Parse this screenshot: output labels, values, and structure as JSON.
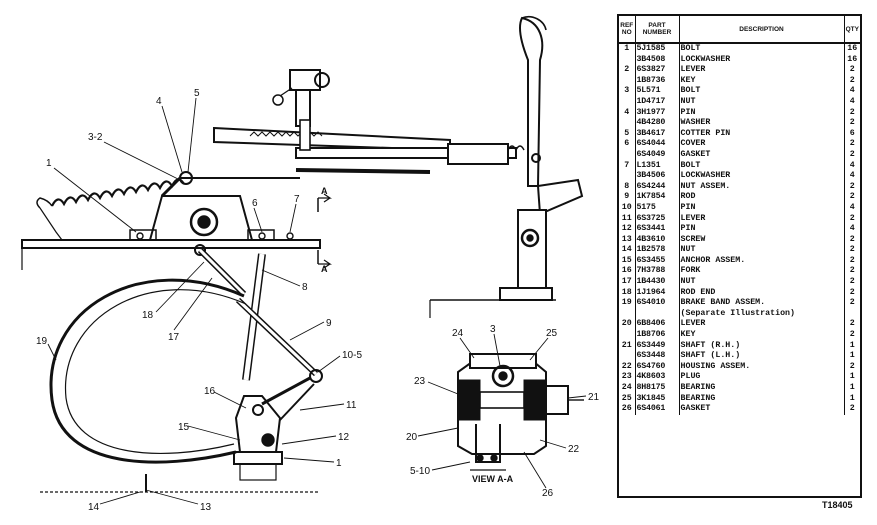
{
  "callouts": {
    "c1": "1",
    "c3_2": "3-2",
    "c4": "4",
    "c5": "5",
    "c6": "6",
    "c7": "7",
    "c8": "8",
    "c9": "9",
    "c10_5": "10-5",
    "c11": "11",
    "c12": "12",
    "c1b": "1",
    "c13": "13",
    "c14": "14",
    "c15": "15",
    "c16": "16",
    "c17": "17",
    "c18": "18",
    "c19": "19",
    "cA1": "A",
    "cA2": "A",
    "v24": "24",
    "v3": "3",
    "v25": "25",
    "v23": "23",
    "v21": "21",
    "v20": "20",
    "v22": "22",
    "v5_10": "5-10",
    "v26": "26"
  },
  "view_label": "VIEW A-A",
  "drawing_code": "T18405",
  "parts_table": {
    "headers": {
      "ref": "REF NO",
      "part": "PART NUMBER",
      "desc": "DESCRIPTION",
      "qty": "QTY"
    },
    "rows": [
      {
        "ref": "1",
        "part": "5J1585",
        "desc": "BOLT",
        "qty": "16"
      },
      {
        "ref": "",
        "part": "3B4508",
        "desc": "LOCKWASHER",
        "qty": "16"
      },
      {
        "ref": "2",
        "part": "6S3827",
        "desc": "LEVER",
        "qty": "2"
      },
      {
        "ref": "",
        "part": "1B8736",
        "desc": "KEY",
        "qty": "2"
      },
      {
        "ref": "3",
        "part": "5L571",
        "desc": "BOLT",
        "qty": "4"
      },
      {
        "ref": "",
        "part": "1D4717",
        "desc": "NUT",
        "qty": "4"
      },
      {
        "ref": "4",
        "part": "3H1977",
        "desc": "PIN",
        "qty": "2"
      },
      {
        "ref": "",
        "part": "4B4280",
        "desc": "WASHER",
        "qty": "2"
      },
      {
        "ref": "5",
        "part": "3B4617",
        "desc": "COTTER PIN",
        "qty": "6"
      },
      {
        "ref": "6",
        "part": "6S4044",
        "desc": "COVER",
        "qty": "2"
      },
      {
        "ref": "",
        "part": "6S4049",
        "desc": "GASKET",
        "qty": "2"
      },
      {
        "ref": "7",
        "part": "L1351",
        "desc": "BOLT",
        "qty": "4"
      },
      {
        "ref": "",
        "part": "3B4506",
        "desc": "LOCKWASHER",
        "qty": "4"
      },
      {
        "ref": "8",
        "part": "6S4244",
        "desc": "NUT ASSEM.",
        "qty": "2"
      },
      {
        "ref": "9",
        "part": "1K7854",
        "desc": "ROD",
        "qty": "2"
      },
      {
        "ref": "10",
        "part": "5175",
        "desc": "PIN",
        "qty": "4"
      },
      {
        "ref": "11",
        "part": "6S3725",
        "desc": "LEVER",
        "qty": "2"
      },
      {
        "ref": "12",
        "part": "6S3441",
        "desc": "PIN",
        "qty": "4"
      },
      {
        "ref": "13",
        "part": "4B3610",
        "desc": "SCREW",
        "qty": "2"
      },
      {
        "ref": "14",
        "part": "1B2578",
        "desc": "NUT",
        "qty": "2"
      },
      {
        "ref": "15",
        "part": "6S3455",
        "desc": "ANCHOR ASSEM.",
        "qty": "2"
      },
      {
        "ref": "16",
        "part": "7H3788",
        "desc": "FORK",
        "qty": "2"
      },
      {
        "ref": "17",
        "part": "1B4430",
        "desc": "NUT",
        "qty": "2"
      },
      {
        "ref": "18",
        "part": "1J1964",
        "desc": "ROD END",
        "qty": "2"
      },
      {
        "ref": "19",
        "part": "6S4010",
        "desc": "BRAKE BAND ASSEM.",
        "qty": "2"
      },
      {
        "ref": "",
        "part": "",
        "desc": "(Separate Illustration)",
        "qty": ""
      },
      {
        "ref": "20",
        "part": "6B8406",
        "desc": "LEVER",
        "qty": "2"
      },
      {
        "ref": "",
        "part": "1B8706",
        "desc": "KEY",
        "qty": "2"
      },
      {
        "ref": "21",
        "part": "6S3449",
        "desc": "SHAFT (R.H.)",
        "qty": "1"
      },
      {
        "ref": "",
        "part": "6S3448",
        "desc": "SHAFT (L.H.)",
        "qty": "1"
      },
      {
        "ref": "22",
        "part": "6S4760",
        "desc": "HOUSING ASSEM.",
        "qty": "2"
      },
      {
        "ref": "23",
        "part": "4K8603",
        "desc": "PLUG",
        "qty": "1"
      },
      {
        "ref": "24",
        "part": "8H8175",
        "desc": "BEARING",
        "qty": "1"
      },
      {
        "ref": "25",
        "part": "3K1845",
        "desc": "BEARING",
        "qty": "1"
      },
      {
        "ref": "26",
        "part": "6S4061",
        "desc": "GASKET",
        "qty": "2"
      }
    ]
  }
}
